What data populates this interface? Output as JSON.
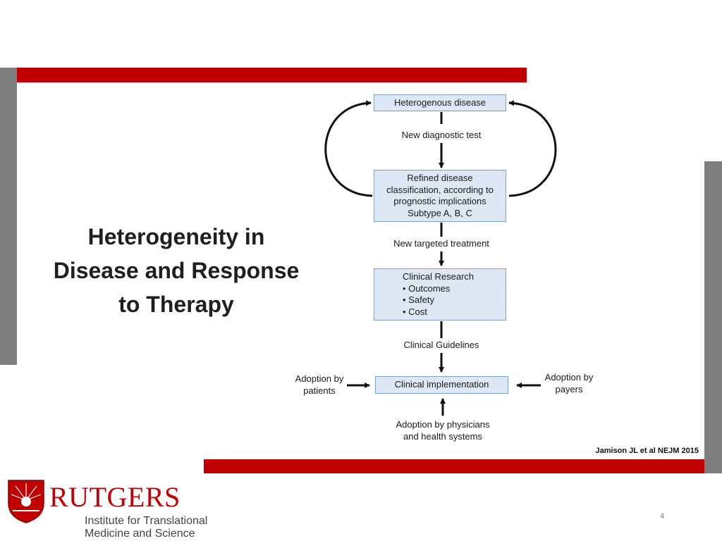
{
  "slide": {
    "title_lines": [
      "Heterogeneity in",
      "Disease and Response",
      "to Therapy"
    ],
    "citation": "Jamison JL et al NEJM 2015",
    "page_number": "4"
  },
  "diagram": {
    "nodes": {
      "heterogenous_disease": "Heterogenous disease",
      "refined_classification": [
        "Refined disease",
        "classification, according to",
        "prognostic implications",
        "Subtype A, B, C"
      ],
      "clinical_research": {
        "title": "Clinical Research",
        "bullets": [
          "Outcomes",
          "Safety",
          "Cost"
        ]
      },
      "clinical_implementation": "Clinical implementation"
    },
    "edge_labels": {
      "new_diagnostic_test": "New diagnostic test",
      "new_targeted_treatment": "New targeted treatment",
      "clinical_guidelines": "Clinical Guidelines",
      "adoption_patients": [
        "Adoption by",
        "patients"
      ],
      "adoption_payers": [
        "Adoption by",
        "payers"
      ],
      "adoption_physicians": [
        "Adoption by physicians",
        "and health systems"
      ]
    }
  },
  "branding": {
    "logo_text": "RUTGERS",
    "institute_lines": [
      "Institute for Translational",
      "Medicine and Science"
    ],
    "colors": {
      "accent_red": "#c00000",
      "gray_bar": "#7f7f7f",
      "node_fill": "#dde8f4",
      "node_border": "#7fa1c8"
    }
  }
}
